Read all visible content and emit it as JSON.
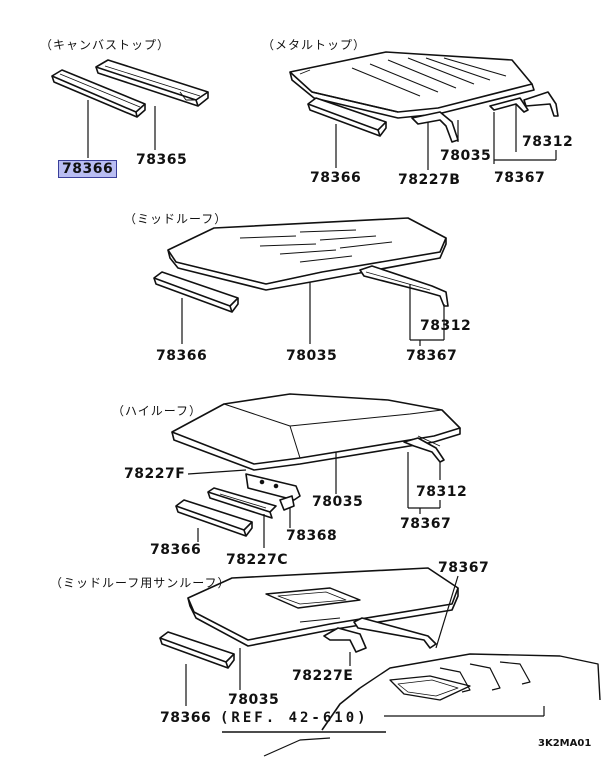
{
  "sections": {
    "canvas_top": "（キャンバストップ）",
    "metal_top": "（メタルトップ）",
    "mid_roof": "（ミッドルーフ）",
    "high_roof": "（ハイルーフ）",
    "mid_roof_sunroof": "（ミッドルーフ用サンルーフ）"
  },
  "parts": {
    "s1_78366": "78366",
    "s1_78365": "78365",
    "s2_78366": "78366",
    "s2_78035": "78035",
    "s2_78227B": "78227B",
    "s2_78312": "78312",
    "s2_78367": "78367",
    "s3_78366": "78366",
    "s3_78035": "78035",
    "s3_78312": "78312",
    "s3_78367": "78367",
    "s4_78227F": "78227F",
    "s4_78035": "78035",
    "s4_78312": "78312",
    "s4_78368": "78368",
    "s4_78367": "78367",
    "s4_78366": "78366",
    "s4_78227C": "78227C",
    "s5_78367": "78367",
    "s5_78227E": "78227E",
    "s5_78035": "78035",
    "s5_78366": "78366"
  },
  "reference": "(REF. 42-610)",
  "diagram_code": "3K2MA01",
  "highlight_color": "#b9bdf2"
}
